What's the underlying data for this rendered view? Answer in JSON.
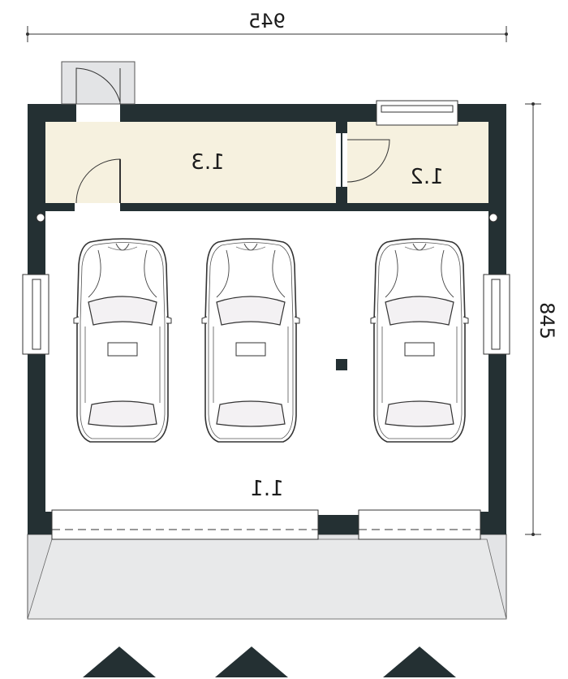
{
  "dimensions": {
    "width": "945",
    "depth": "845"
  },
  "rooms": [
    {
      "id": "garage",
      "label": "1.1"
    },
    {
      "id": "utility",
      "label": "1.2"
    },
    {
      "id": "storage",
      "label": "1.3"
    }
  ],
  "colors": {
    "wall": "#243033",
    "secondary_room_floor": "#f6f1df",
    "garage_floor": "#ffffff",
    "driveway": "#e3e4e6",
    "car_outline": "#333333",
    "arrow": "#243033"
  },
  "cars": [
    {
      "name": "car"
    },
    {
      "name": "car"
    },
    {
      "name": "car"
    }
  ],
  "entrance_arrows": 3
}
